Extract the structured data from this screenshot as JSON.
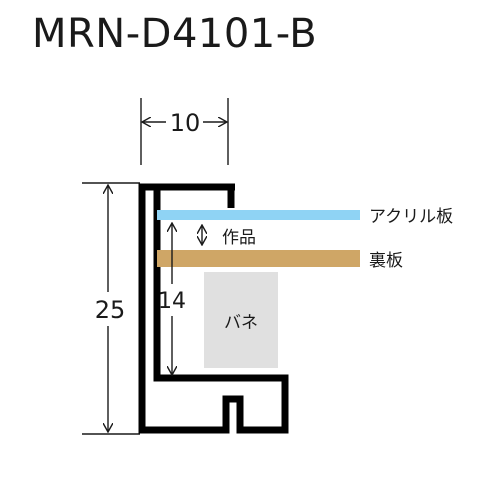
{
  "product": {
    "model_code": "MRN-D4101-B"
  },
  "dimensions": {
    "face_width": "10",
    "total_depth": "25",
    "inner_depth": "14"
  },
  "labels": {
    "acrylic": "アクリル板",
    "artwork": "作品",
    "backing_board": "裏板",
    "spring": "バネ"
  },
  "colors": {
    "frame": "#000000",
    "acrylic": "#8fd3f4",
    "backing_board": "#cfa666",
    "spring": "#e0e0e0",
    "dimension_lines": "#1a1a1a"
  }
}
